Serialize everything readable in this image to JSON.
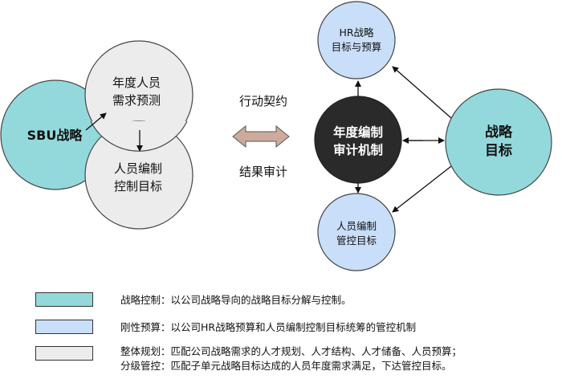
{
  "colors": {
    "strategy": "#93d9dc",
    "rigid": "#c9def8",
    "plan": "#ececec",
    "center": "#2a2a2a",
    "double_arrow": "#ccab9d"
  },
  "left": {
    "sbu_label": "SBU战略",
    "forecast_line1": "年度人员",
    "forecast_line2": "需求预测",
    "control_line1": "人员编制",
    "control_line2": "控制目标"
  },
  "middle": {
    "top_label": "行动契约",
    "bottom_label": "结果审计"
  },
  "right": {
    "center_line1": "年度编制",
    "center_line2": "审计机制",
    "hr_line1": "HR战略",
    "hr_line2": "目标与预算",
    "strategy_line1": "战略",
    "strategy_line2": "目标",
    "staff_line1": "人员编制",
    "staff_line2": "管控目标"
  },
  "legend": {
    "item1": "战略控制：以公司战略导向的战略目标分解与控制。",
    "item2": "刚性预算：以公司HR战略预算和人员编制控制目标统筹的管控机制",
    "item3_line1": "整体规划：匹配公司战略需求的人才规划、人才结构、人才储备、人员预算；",
    "item3_line2": "分级管控：匹配子单元战略目标达成的人员年度需求满足，下达管控目标。"
  }
}
